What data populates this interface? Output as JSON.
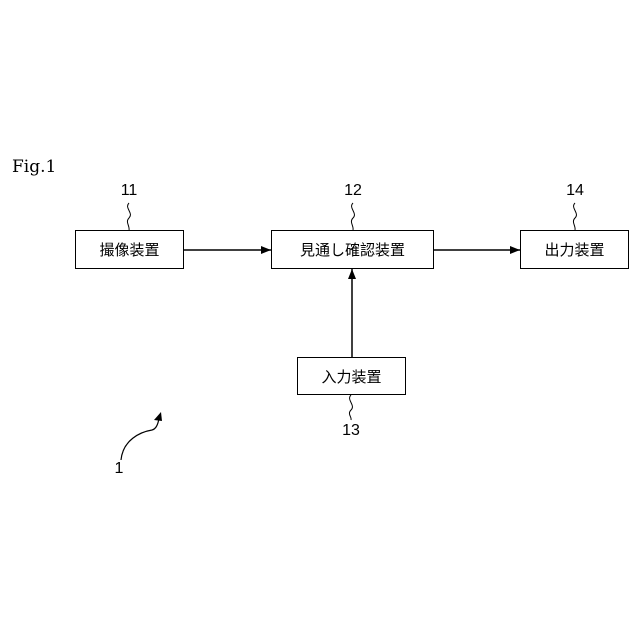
{
  "figure_label": "Fig.1",
  "system_ref": "1",
  "blocks": {
    "imaging": {
      "label": "撮像装置",
      "ref": "11"
    },
    "visibility": {
      "label": "見通し確認装置",
      "ref": "12"
    },
    "input": {
      "label": "入力装置",
      "ref": "13"
    },
    "output": {
      "label": "出力装置",
      "ref": "14"
    }
  }
}
